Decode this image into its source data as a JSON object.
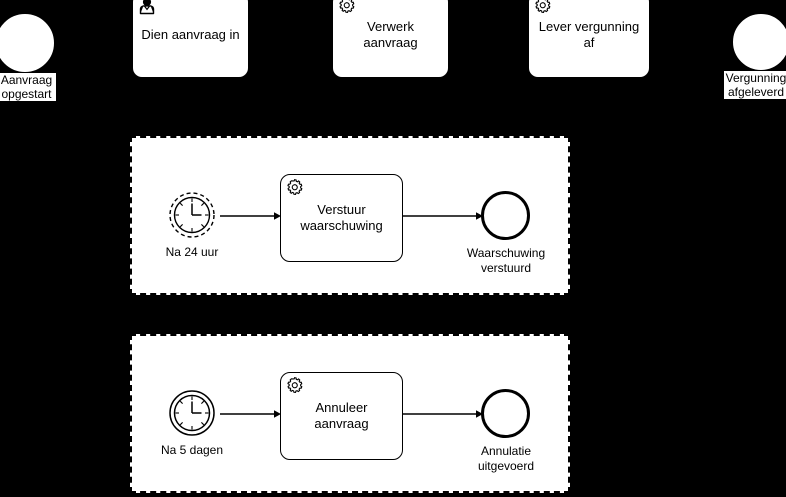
{
  "diagram": {
    "type": "bpmn-process-diagram",
    "language": "nl",
    "background_color": "#000000",
    "shape_fill": "#ffffff",
    "stroke_color": "#000000"
  },
  "main_flow": {
    "start_event": {
      "label": "Aanvraag\nopgestart",
      "shape": "circle",
      "icon": "start-event-circle"
    },
    "tasks": [
      {
        "label": "Dien aanvraag in",
        "icon": "user-task-icon",
        "task_type": "user"
      },
      {
        "label": "Verwerk aanvraag",
        "icon": "service-task-gear-icon",
        "task_type": "service"
      },
      {
        "label": "Lever vergunning af",
        "icon": "service-task-gear-icon",
        "task_type": "service"
      }
    ],
    "end_event": {
      "label": "Vergunning\nafgeleverd",
      "shape": "circle",
      "icon": "end-event-circle"
    }
  },
  "subprocesses": [
    {
      "name": "waarschuwing-subprocess",
      "border_style": "dashed",
      "timer": {
        "label": "Na 24 uur",
        "icon": "timer-event-icon",
        "interrupting": false,
        "ring_style": "dashed"
      },
      "task": {
        "label": "Verstuur\nwaarschuwing",
        "icon": "service-task-gear-icon",
        "task_type": "service"
      },
      "end_event": {
        "label": "Waarschuwing\nverstuurd",
        "icon": "end-event-circle"
      }
    },
    {
      "name": "annulatie-subprocess",
      "border_style": "dashed",
      "timer": {
        "label": "Na 5 dagen",
        "icon": "timer-event-icon",
        "interrupting": true,
        "ring_style": "solid"
      },
      "task": {
        "label": "Annuleer\naanvraag",
        "icon": "service-task-gear-icon",
        "task_type": "service"
      },
      "end_event": {
        "label": "Annulatie\nuitgevoerd",
        "icon": "end-event-circle"
      }
    }
  ]
}
